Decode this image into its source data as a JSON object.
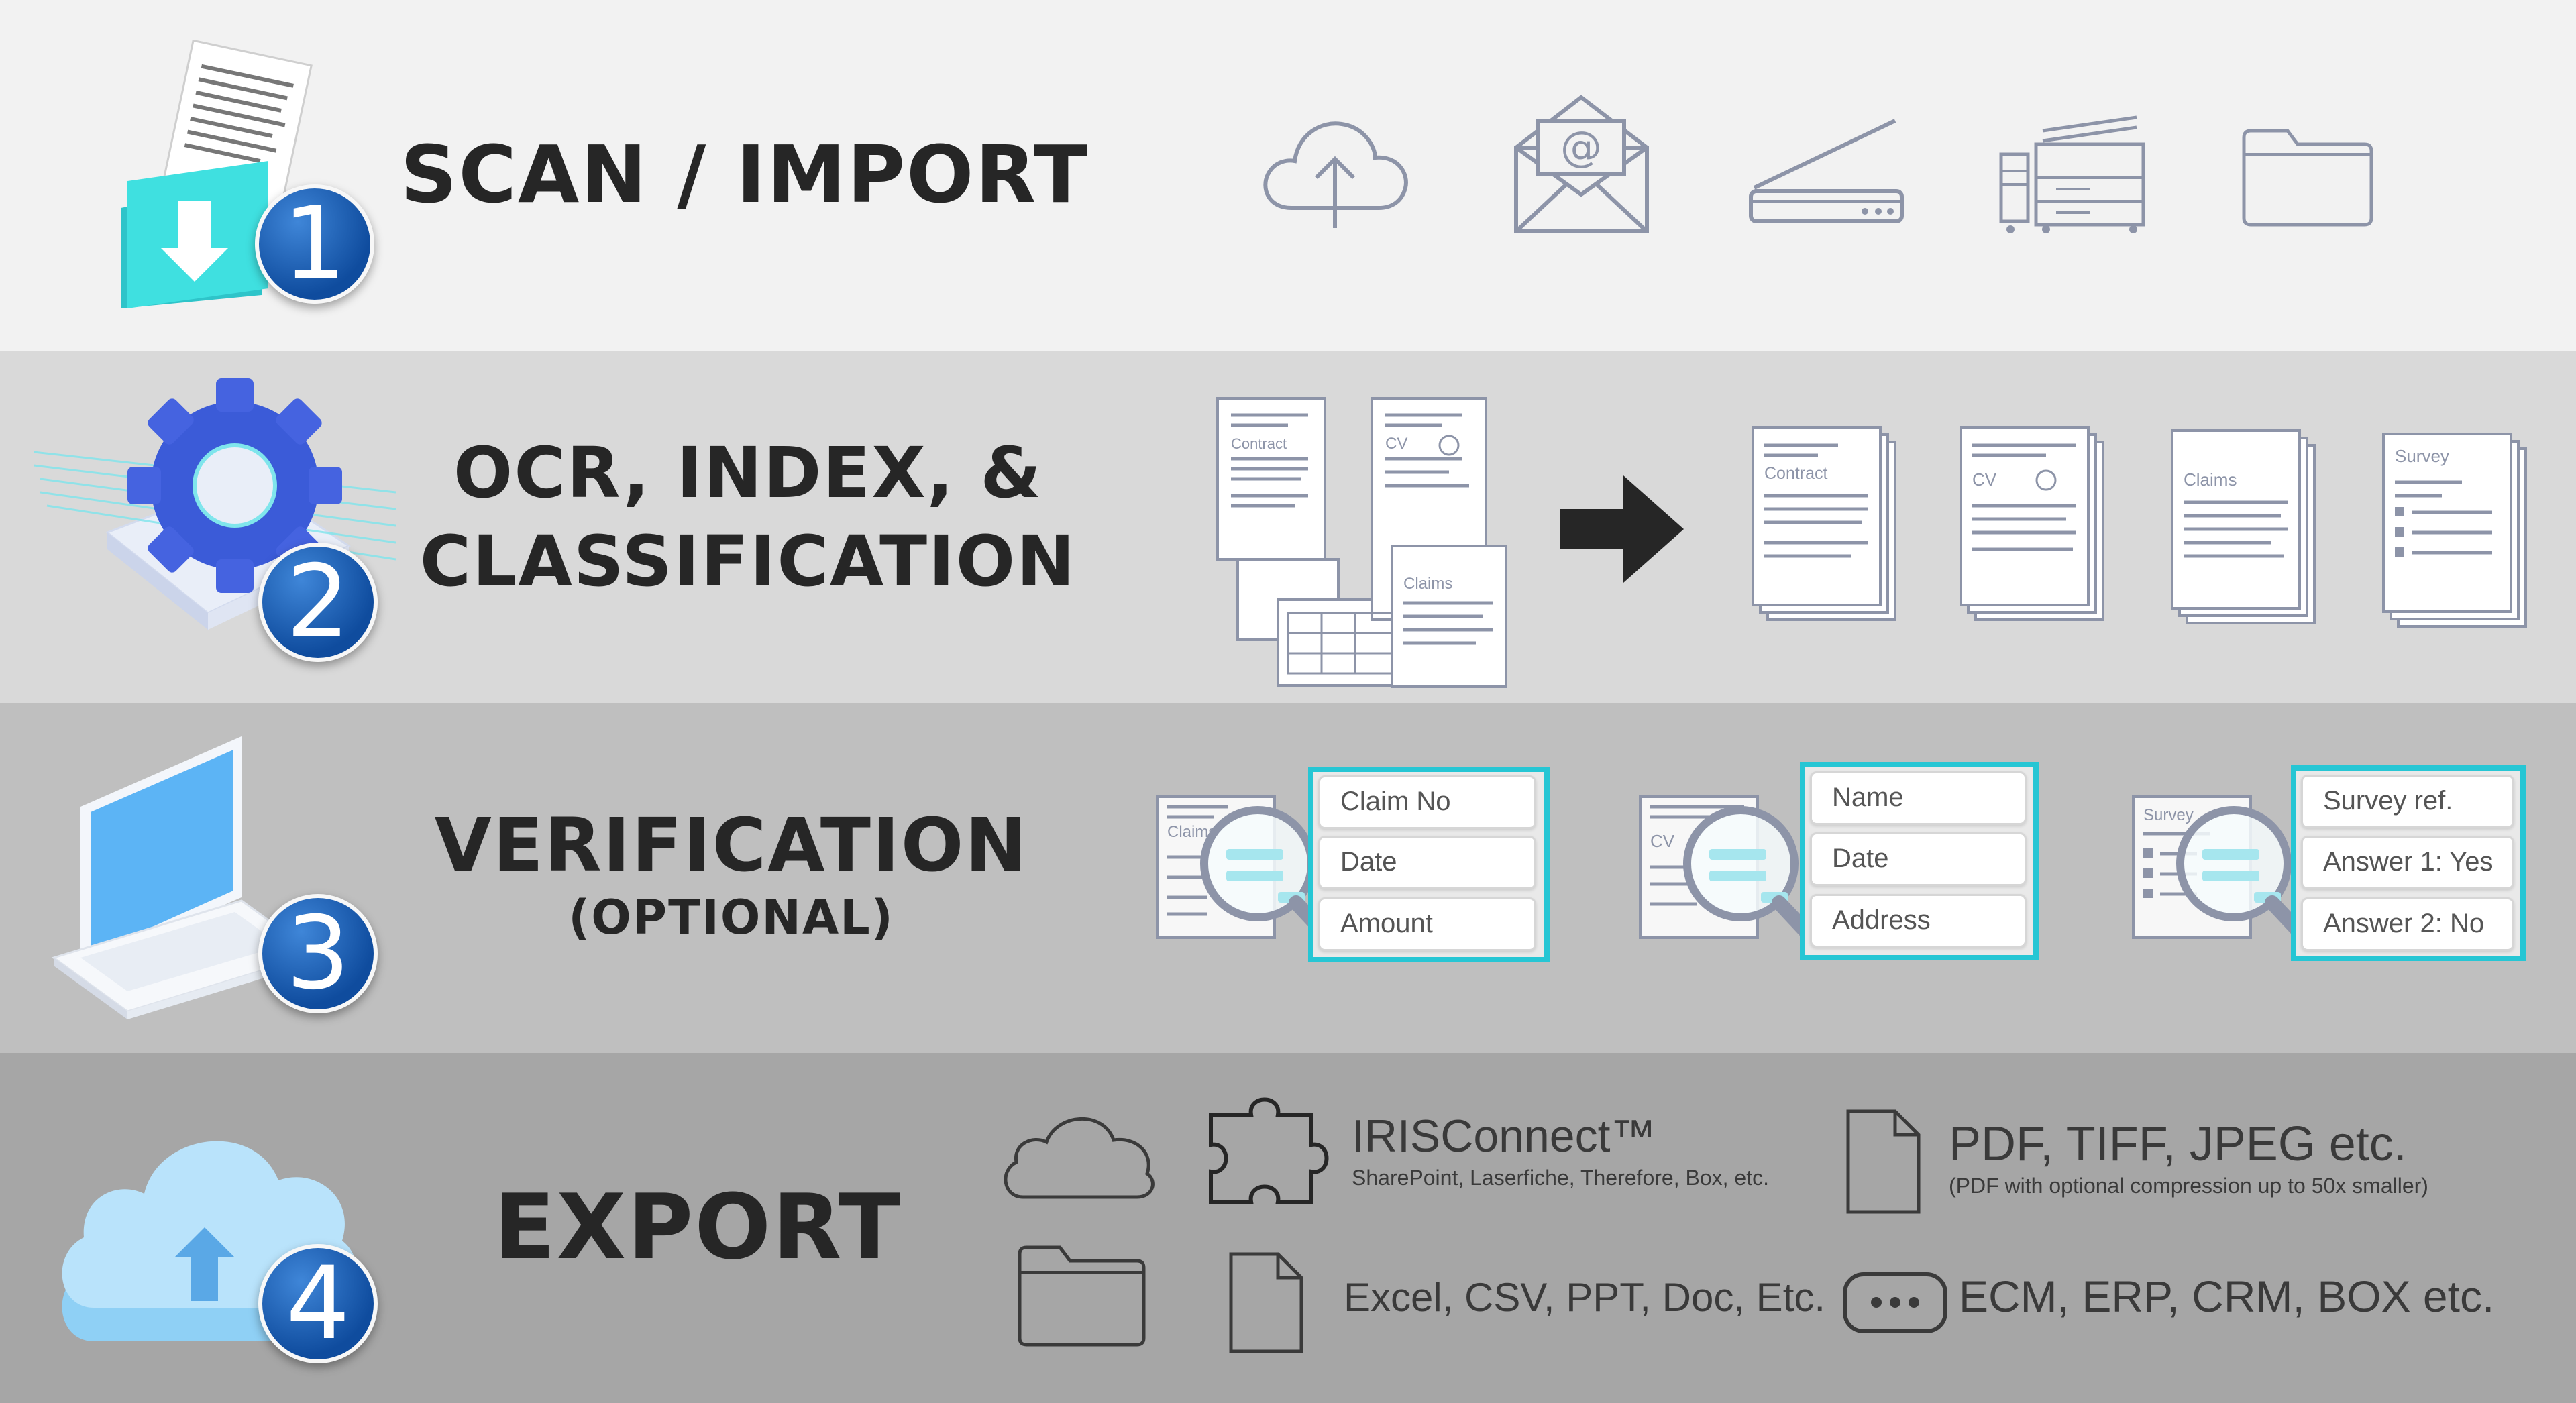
{
  "stages": [
    {
      "number": "1",
      "title_lines": [
        "SCAN / IMPORT"
      ]
    },
    {
      "number": "2",
      "title_lines": [
        "OCR, INDEX, &",
        "CLASSIFICATION"
      ]
    },
    {
      "number": "3",
      "title_lines": [
        "VERIFICATION",
        "(OPTIONAL)"
      ]
    },
    {
      "number": "4",
      "title_lines": [
        "EXPORT"
      ]
    }
  ],
  "scan_icons": [
    "cloud-upload-icon",
    "email-icon",
    "flatbed-scanner-icon",
    "mfp-printer-icon",
    "folder-icon"
  ],
  "documents": {
    "contract": "Contract",
    "cv": "CV",
    "claims": "Claims",
    "survey": "Survey"
  },
  "verification": {
    "claims_fields": [
      "Claim No",
      "Date",
      "Amount"
    ],
    "cv_fields": [
      "Name",
      "Date",
      "Address"
    ],
    "survey_fields": [
      "Survey ref.",
      "Answer 1: Yes",
      "Answer 2: No"
    ]
  },
  "export": {
    "irisconnect_title": "IRISConnect™",
    "irisconnect_sub": "SharePoint, Laserfiche, Therefore, Box, etc.",
    "pdf_title": "PDF, TIFF, JPEG etc.",
    "pdf_sub": "(PDF with optional compression up to 50x smaller)",
    "excel": "Excel, CSV, PPT, Doc, Etc.",
    "ecm": "ECM, ERP, CRM, BOX etc."
  },
  "colors": {
    "accent_cyan": "#26c6d4",
    "badge_blue": "#1a5fb4",
    "icon_gray": "#8d94a8",
    "dark_text": "#262626"
  }
}
